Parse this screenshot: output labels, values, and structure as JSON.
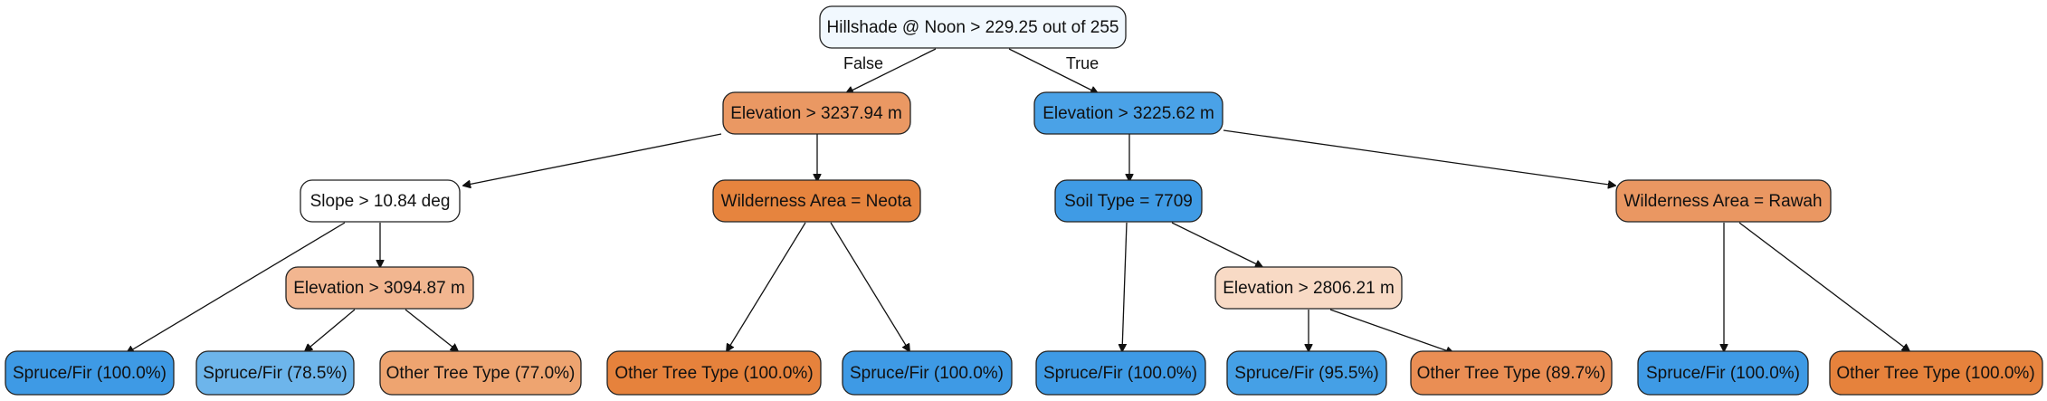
{
  "edge_labels": {
    "false": "False",
    "true": "True"
  },
  "colors": {
    "white": "#f5fafe",
    "blue_strong": "#3d9ae5",
    "blue_mid": "#48a0e6",
    "blue_light": "#6db3eb",
    "orange_strong": "#e6823c",
    "orange_mid": "#ea9865",
    "orange_light": "#f1b58e",
    "orange_soft": "#f1a173",
    "peach": "#f8dac6",
    "white_plain": "#ffffff"
  },
  "nodes": {
    "root": {
      "label": "Hillshade @ Noon > 229.25 out of 255",
      "color": "#f1f8fe"
    },
    "elev_3237": {
      "label": "Elevation > 3237.94 m",
      "color": "#ea9863"
    },
    "elev_3225": {
      "label": "Elevation > 3225.62 m",
      "color": "#4aa2e7"
    },
    "slope": {
      "label": "Slope > 10.84 deg",
      "color": "#ffffff"
    },
    "wild_neota": {
      "label": "Wilderness Area = Neota",
      "color": "#e6843e"
    },
    "soil": {
      "label": "Soil Type = 7709",
      "color": "#3f9be5"
    },
    "wild_rawah": {
      "label": "Wilderness Area = Rawah",
      "color": "#ea9762"
    },
    "elev_3094": {
      "label": "Elevation > 3094.87 m",
      "color": "#f2b690"
    },
    "elev_2806": {
      "label": "Elevation > 2806.21 m",
      "color": "#f8dac5"
    },
    "leaf1": {
      "label": "Spruce/Fir (100.0%)",
      "color": "#3e9ae5"
    },
    "leaf2": {
      "label": "Spruce/Fir (78.5%)",
      "color": "#6db5eb"
    },
    "leaf3": {
      "label": "Other Tree Type (77.0%)",
      "color": "#eea470"
    },
    "leaf4": {
      "label": "Other Tree Type (100.0%)",
      "color": "#e6823c"
    },
    "leaf5": {
      "label": "Spruce/Fir (100.0%)",
      "color": "#3e9ae5"
    },
    "leaf6": {
      "label": "Spruce/Fir (100.0%)",
      "color": "#3e9ae5"
    },
    "leaf7": {
      "label": "Spruce/Fir (95.5%)",
      "color": "#45a0e6"
    },
    "leaf8": {
      "label": "Other Tree Type (89.7%)",
      "color": "#ea8e54"
    },
    "leaf9": {
      "label": "Spruce/Fir (100.0%)",
      "color": "#3e9ae5"
    },
    "leaf10": {
      "label": "Other Tree Type (100.0%)",
      "color": "#e6823c"
    }
  }
}
